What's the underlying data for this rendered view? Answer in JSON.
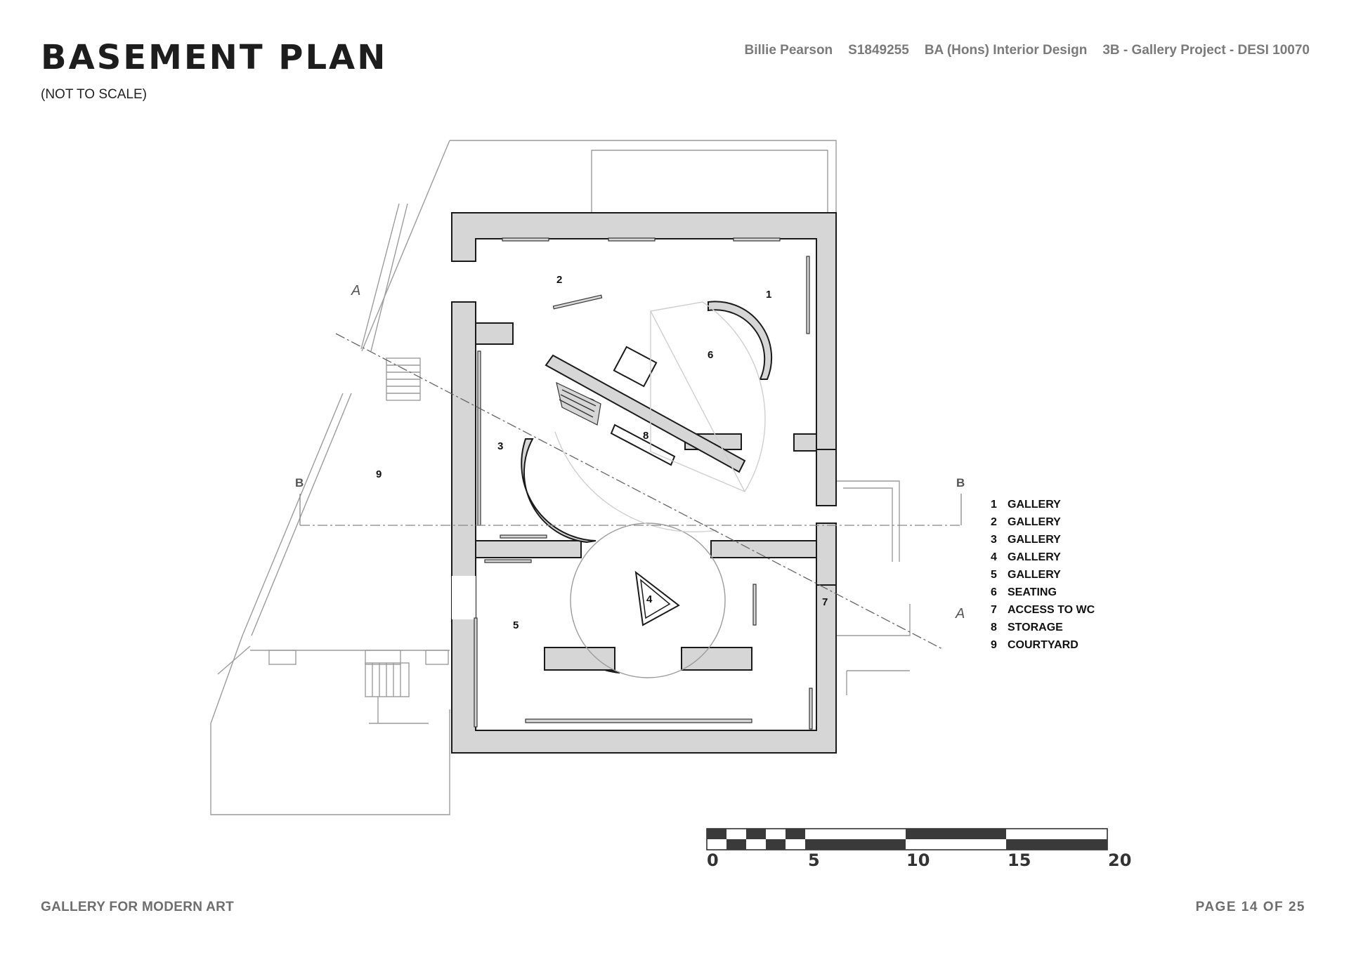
{
  "header": {
    "title": "BASEMENT PLAN",
    "subtitle": "(NOT TO SCALE)",
    "author": "Billie Pearson",
    "student_id": "S1849255",
    "course": "BA (Hons) Interior Design",
    "project": "3B - Gallery Project - DESI 10070"
  },
  "plan": {
    "rooms": [
      {
        "num": "1"
      },
      {
        "num": "2"
      },
      {
        "num": "3"
      },
      {
        "num": "4"
      },
      {
        "num": "5"
      },
      {
        "num": "6"
      },
      {
        "num": "7"
      },
      {
        "num": "8"
      },
      {
        "num": "9"
      }
    ],
    "section_labels": {
      "a": "A",
      "b": "B"
    }
  },
  "legend": [
    {
      "num": "1",
      "label": "GALLERY"
    },
    {
      "num": "2",
      "label": "GALLERY"
    },
    {
      "num": "3",
      "label": "GALLERY"
    },
    {
      "num": "4",
      "label": "GALLERY"
    },
    {
      "num": "5",
      "label": "GALLERY"
    },
    {
      "num": "6",
      "label": "SEATING"
    },
    {
      "num": "7",
      "label": "ACCESS TO WC"
    },
    {
      "num": "8",
      "label": "STORAGE"
    },
    {
      "num": "9",
      "label": "COURTYARD"
    }
  ],
  "scale_bar": {
    "ticks": [
      "0",
      "5",
      "10",
      "15",
      "20"
    ]
  },
  "footer": {
    "left": "GALLERY FOR MODERN ART",
    "right": "PAGE 14 OF 25"
  },
  "colors": {
    "wall_fill": "#d6d6d6",
    "line": "#1a1a1a",
    "header_grey": "#7a7a7a"
  }
}
